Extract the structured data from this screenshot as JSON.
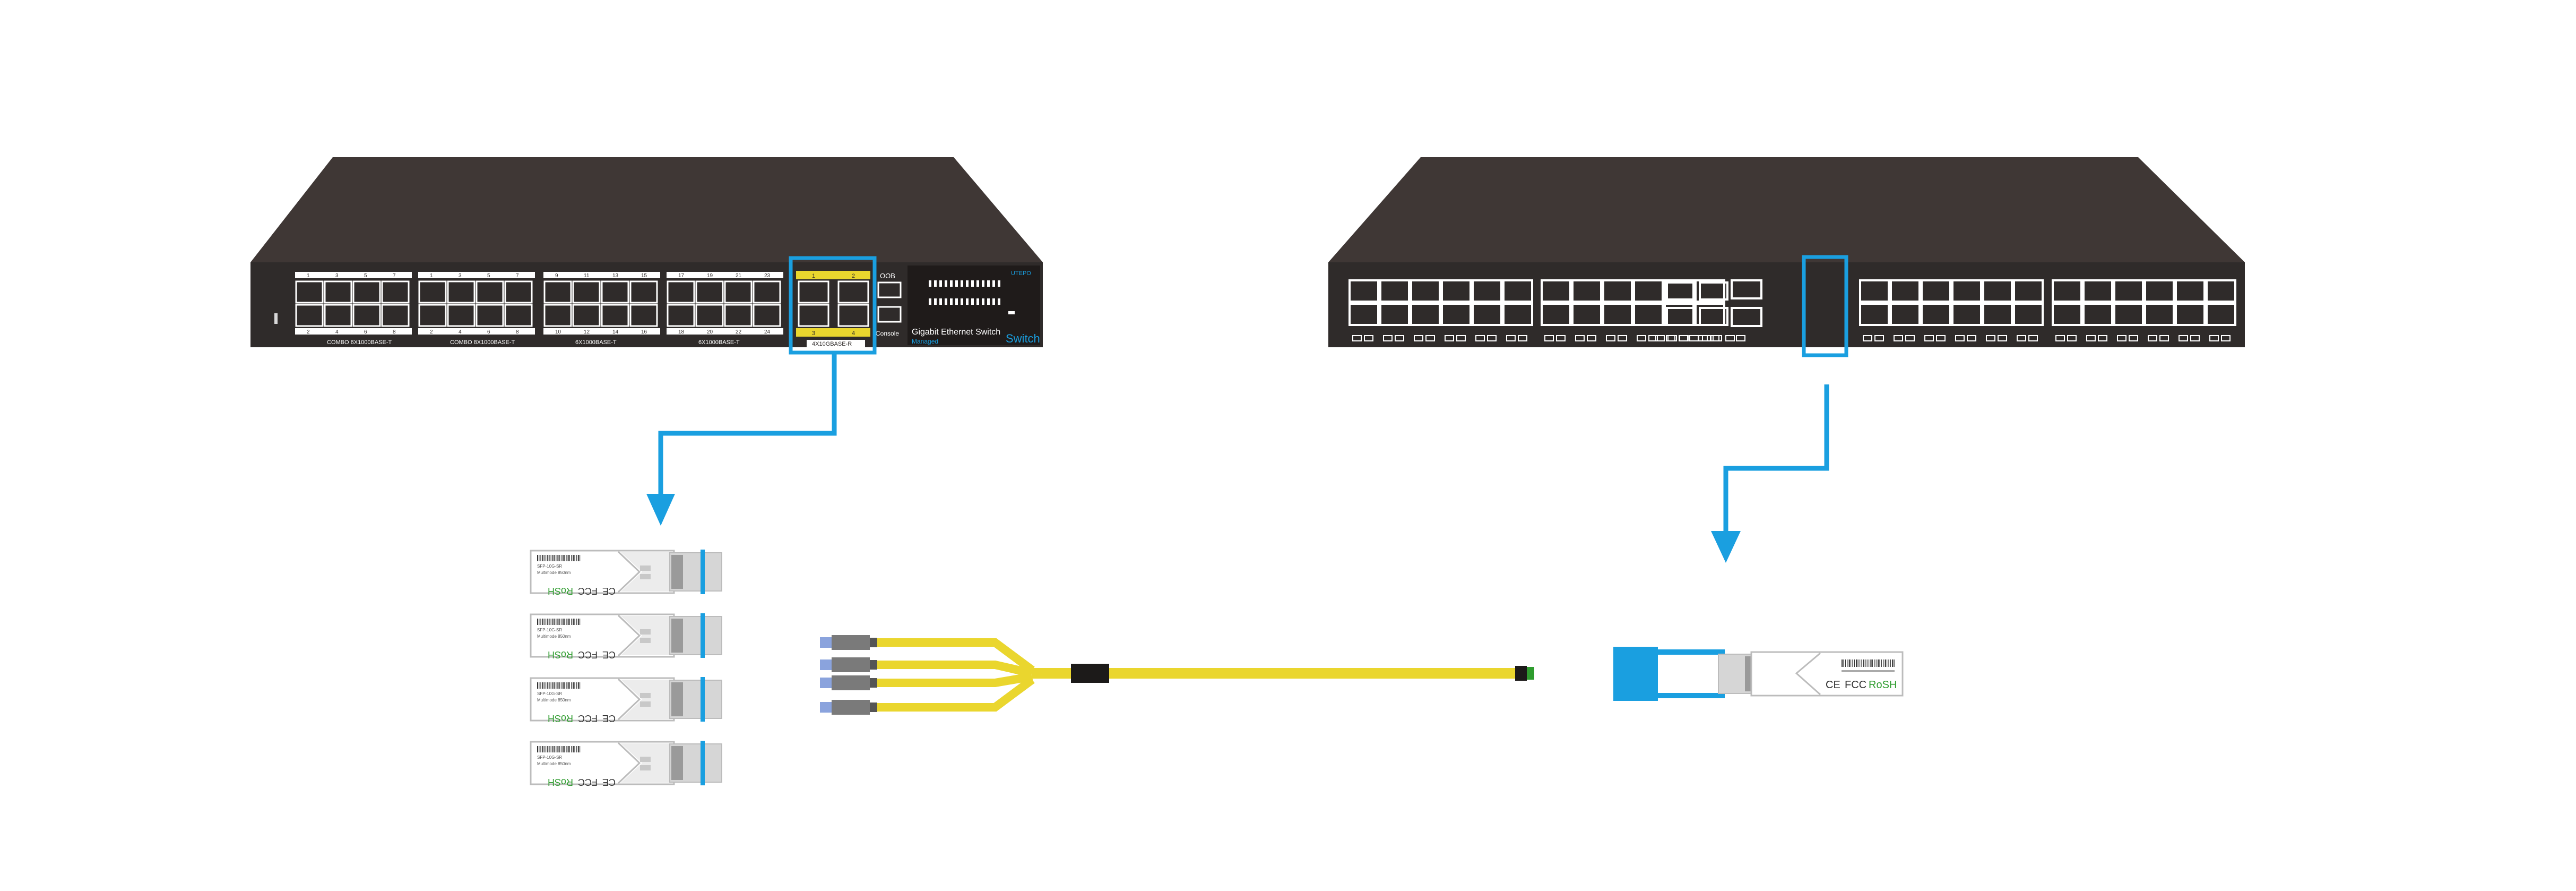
{
  "colors": {
    "switch_body": "#3f3735",
    "switch_face": "#2f2b2a",
    "highlight": "#1a9fe0",
    "fiber": "#ead62e",
    "qsfp_pull_tab": "#1a9fe0",
    "boot_gray": "#7a7a7a",
    "boot_blue": "#8aa3dd",
    "rosh_green": "#2e9c2e"
  },
  "left_switch": {
    "port_numbers_top": [
      "1",
      "3",
      "5",
      "7",
      "1",
      "3",
      "5",
      "7",
      "9",
      "11",
      "13",
      "15",
      "17",
      "19",
      "21",
      "23"
    ],
    "port_numbers_bottom": [
      "2",
      "4",
      "6",
      "8",
      "2",
      "4",
      "6",
      "8",
      "10",
      "12",
      "14",
      "16",
      "18",
      "20",
      "22",
      "24"
    ],
    "group_labels": [
      "COMBO  6X1000BASE-T",
      "COMBO  8X1000BASE-T",
      "6X1000BASE-T",
      "6X1000BASE-T"
    ],
    "sfp_plus_numbers": [
      "1",
      "2",
      "3",
      "4"
    ],
    "sfp_plus_label": "4X10GBASE-R",
    "usb_label": "OOB",
    "console_label": "Console",
    "brand_label": "UTEPO",
    "product_title": "Gigabit Ethernet Switch",
    "product_subtitle": "Managed",
    "product_model": "Switch"
  },
  "sfp_module": {
    "label_line1": "SFP-10G-SR",
    "label_line2": "Multimode 850nm",
    "cert_ce": "CE",
    "cert_fcc": "FCC",
    "cert_rohs": "RoSH"
  },
  "qsfp_module": {
    "cert_ce": "CE",
    "cert_fcc": "FCC",
    "cert_rohs": "RoSH"
  },
  "icons": [
    "arrow-down-icon",
    "sfp-transceiver-icon",
    "qsfp-transceiver-icon",
    "breakout-cable-icon"
  ]
}
